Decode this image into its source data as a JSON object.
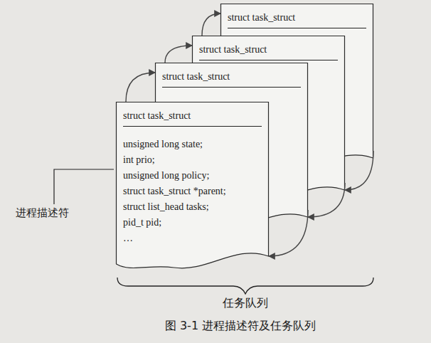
{
  "diagram": {
    "caption": "图 3-1 进程描述符及任务队列",
    "nodes": [
      {
        "text": [
          "struct task_struct"
        ]
      },
      {
        "text": [
          "struct task_struct"
        ]
      },
      {
        "text": [
          "struct task_struct"
        ]
      },
      {
        "text": [
          "struct task_struct",
          "unsigned long state;",
          "int prio;",
          "unsigned long policy;",
          "struct task_struct *parent;",
          "struct list_head tasks;",
          "pid_t pid;",
          "…"
        ]
      }
    ],
    "edges": [
      {
        "from": 3,
        "to": 2,
        "arrow": "to"
      },
      {
        "from": 2,
        "to": 1,
        "arrow": "to"
      },
      {
        "from": 1,
        "to": 0,
        "arrow": "to"
      },
      {
        "from": 0,
        "to": 1,
        "arrow": "to"
      },
      {
        "from": 1,
        "to": 2,
        "arrow": "to"
      },
      {
        "from": 2,
        "to": 3,
        "arrow": "to"
      }
    ],
    "labels": [
      "进程描述符",
      "任务队列"
    ]
  }
}
